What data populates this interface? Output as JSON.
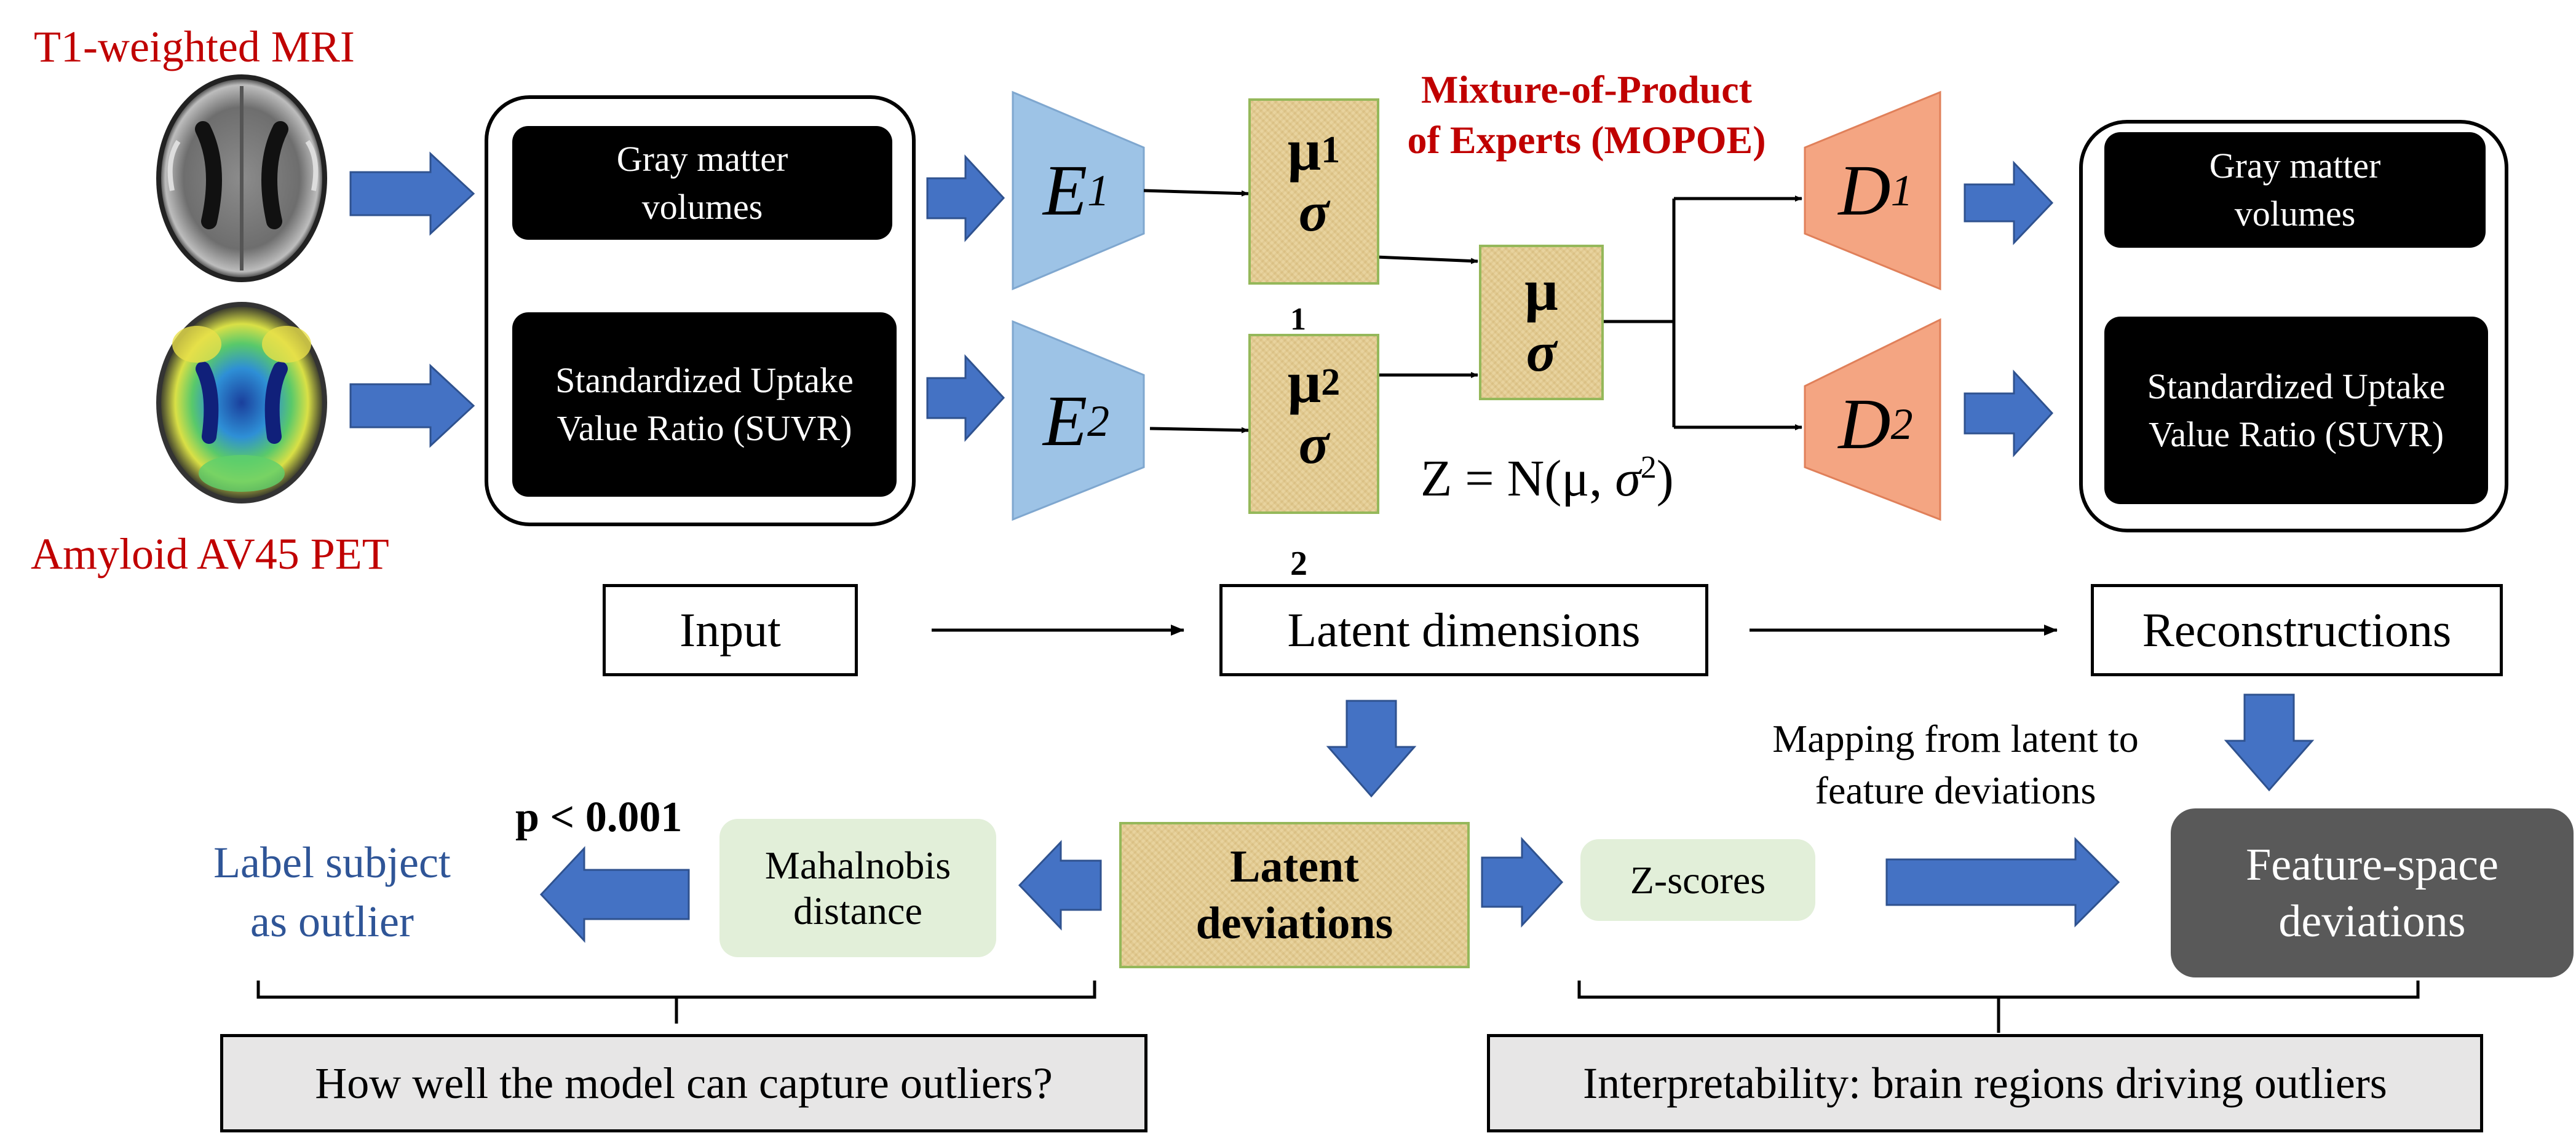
{
  "inputs": {
    "mri_label": "T1-weighted MRI",
    "pet_label": "Amyloid AV45 PET"
  },
  "input_group": {
    "gray_matter": "Gray matter volumes",
    "suvr": "Standardized Uptake Value Ratio (SUVR)"
  },
  "encoders": {
    "e1": "E",
    "e1_sub": "1",
    "e2": "E",
    "e2_sub": "2"
  },
  "latents": {
    "mu1": "μ",
    "mu1_sub": "1",
    "sigma1": "σ",
    "mu2": "μ",
    "mu2_sub": "2",
    "sigma2": "σ",
    "mu": "μ",
    "sigma": "σ",
    "stray_1": "1",
    "stray_2": "2"
  },
  "mopoe": {
    "line1": "Mixture-of-Product",
    "line2": "of Experts (MOPOE)"
  },
  "z_formula": {
    "prefix": "Z = N(μ, ",
    "sigma": "σ",
    "sup": "2",
    "suffix": ")"
  },
  "decoders": {
    "d1": "D",
    "d1_sub": "1",
    "d2": "D",
    "d2_sub": "2"
  },
  "output_group": {
    "gray_matter": "Gray matter volumes",
    "suvr": "Standardized Uptake Value Ratio (SUVR)"
  },
  "stages": {
    "input": "Input",
    "latent_dimensions": "Latent dimensions",
    "reconstructions": "Reconstructions"
  },
  "bottom": {
    "latent_deviations": "Latent deviations",
    "mahalnobis": "Mahalnobis distance",
    "p_value": "p < 0.001",
    "label_outlier": "Label subject as outlier",
    "zscores": "Z-scores",
    "mapping": "Mapping from latent to feature deviations",
    "feature_space": "Feature-space deviations",
    "question_left": "How well the model can capture outliers?",
    "question_right": "Interpretability: brain regions driving outliers"
  },
  "colors": {
    "accent_red": "#c00000",
    "arrow_blue": "#4472c4",
    "encoder_blue": "#9dc3e6",
    "decoder_orange": "#f4a582",
    "latent_parchment": "#e6cf95",
    "green_box": "#e2efd9",
    "feature_gray": "#595959"
  }
}
